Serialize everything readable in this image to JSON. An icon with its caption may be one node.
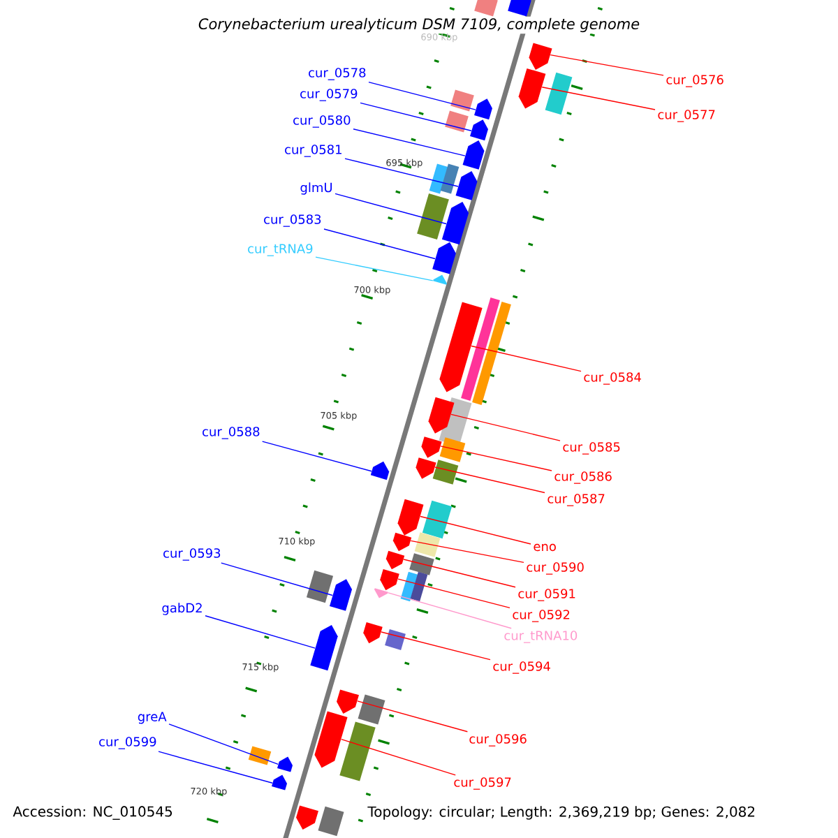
{
  "diagram": {
    "title": "Corynebacterium urealyticum DSM 7109, complete genome",
    "nodes": [
      {
        "text": [
          "cur_0578"
        ]
      },
      {
        "text": [
          "cur_0579"
        ]
      },
      {
        "text": [
          "cur_0580"
        ]
      },
      {
        "text": [
          "cur_0581"
        ]
      },
      {
        "text": [
          "glmU"
        ]
      },
      {
        "text": [
          "cur_0583"
        ]
      },
      {
        "text": [
          "cur_tRNA9"
        ]
      },
      {
        "text": [
          "cur_0588"
        ]
      },
      {
        "text": [
          "cur_0593"
        ]
      },
      {
        "text": [
          "gabD2"
        ]
      },
      {
        "text": [
          "greA"
        ]
      },
      {
        "text": [
          "cur_0599"
        ]
      },
      {
        "text": [
          "cur_0576"
        ]
      },
      {
        "text": [
          "cur_0577"
        ]
      },
      {
        "text": [
          "cur_0584"
        ]
      },
      {
        "text": [
          "cur_0585"
        ]
      },
      {
        "text": [
          "cur_0586"
        ]
      },
      {
        "text": [
          "cur_0587"
        ]
      },
      {
        "text": [
          "eno"
        ]
      },
      {
        "text": [
          "cur_0590"
        ]
      },
      {
        "text": [
          "cur_0591"
        ]
      },
      {
        "text": [
          "cur_0592"
        ]
      },
      {
        "text": [
          "cur_tRNA10"
        ]
      },
      {
        "text": [
          "cur_0594"
        ]
      },
      {
        "text": [
          "cur_0596"
        ]
      },
      {
        "text": [
          "cur_0597"
        ]
      },
      {
        "text": [],
        "shape": "arrow"
      },
      {
        "text": [],
        "shape": "arrow"
      },
      {
        "text": [],
        "shape": "arrow"
      },
      {
        "text": [],
        "shape": "arrow"
      },
      {
        "text": [],
        "shape": "arrow"
      },
      {
        "text": [],
        "shape": "arrow"
      },
      {
        "text": [],
        "shape": "arrow"
      },
      {
        "text": [],
        "shape": "arrow"
      },
      {
        "text": [],
        "shape": "arrow"
      },
      {
        "text": [],
        "shape": "arrow"
      },
      {
        "text": [],
        "shape": "arrow"
      },
      {
        "text": [],
        "shape": "arrow"
      },
      {
        "text": [],
        "shape": "arrow"
      },
      {
        "text": [],
        "shape": "arrow"
      },
      {
        "text": [],
        "shape": "arrow"
      },
      {
        "text": [],
        "shape": "arrow"
      },
      {
        "text": [],
        "shape": "arrow"
      },
      {
        "text": [],
        "shape": "arrow"
      },
      {
        "text": [],
        "shape": "arrow"
      },
      {
        "text": [],
        "shape": "arrow"
      },
      {
        "text": [],
        "shape": "arrow"
      },
      {
        "text": [],
        "shape": "arrow"
      },
      {
        "text": [],
        "shape": "arrow"
      },
      {
        "text": [],
        "shape": "arrow"
      },
      {
        "text": [],
        "shape": "arrow"
      },
      {
        "text": [],
        "shape": "arrow"
      },
      {
        "text": [],
        "shape": "arrow"
      }
    ],
    "edges": [
      {
        "from": 0,
        "to": 26,
        "arrow": "none",
        "color": "#0000ff"
      },
      {
        "from": 1,
        "to": 27,
        "arrow": "none",
        "color": "#0000ff"
      },
      {
        "from": 2,
        "to": 28,
        "arrow": "none",
        "color": "#0000ff"
      },
      {
        "from": 3,
        "to": 29,
        "arrow": "none",
        "color": "#0000ff"
      },
      {
        "from": 4,
        "to": 30,
        "arrow": "none",
        "color": "#0000ff"
      },
      {
        "from": 5,
        "to": 31,
        "arrow": "none",
        "color": "#0000ff"
      },
      {
        "from": 6,
        "to": 32,
        "arrow": "none",
        "color": "#33ccff"
      },
      {
        "from": 7,
        "to": 33,
        "arrow": "none",
        "color": "#0000ff"
      },
      {
        "from": 8,
        "to": 34,
        "arrow": "none",
        "color": "#0000ff"
      },
      {
        "from": 9,
        "to": 35,
        "arrow": "none",
        "color": "#0000ff"
      },
      {
        "from": 10,
        "to": 36,
        "arrow": "none",
        "color": "#0000ff"
      },
      {
        "from": 11,
        "to": 37,
        "arrow": "none",
        "color": "#0000ff"
      },
      {
        "from": 12,
        "to": 38,
        "arrow": "none",
        "color": "#ff0000"
      },
      {
        "from": 13,
        "to": 39,
        "arrow": "none",
        "color": "#ff0000"
      },
      {
        "from": 14,
        "to": 40,
        "arrow": "none",
        "color": "#ff0000"
      },
      {
        "from": 15,
        "to": 41,
        "arrow": "none",
        "color": "#ff0000"
      },
      {
        "from": 16,
        "to": 42,
        "arrow": "none",
        "color": "#ff0000"
      },
      {
        "from": 17,
        "to": 43,
        "arrow": "none",
        "color": "#ff0000"
      },
      {
        "from": 18,
        "to": 44,
        "arrow": "none",
        "color": "#ff0000"
      },
      {
        "from": 19,
        "to": 45,
        "arrow": "none",
        "color": "#ff0000"
      },
      {
        "from": 20,
        "to": 46,
        "arrow": "none",
        "color": "#ff0000"
      },
      {
        "from": 21,
        "to": 47,
        "arrow": "none",
        "color": "#ff0000"
      },
      {
        "from": 22,
        "to": 48,
        "arrow": "none",
        "color": "#ff99cc"
      },
      {
        "from": 23,
        "to": 49,
        "arrow": "none",
        "color": "#ff0000"
      },
      {
        "from": 24,
        "to": 50,
        "arrow": "none",
        "color": "#ff0000"
      },
      {
        "from": 25,
        "to": 51,
        "arrow": "none",
        "color": "#ff0000"
      }
    ],
    "labels": [
      "690 kbp",
      "695 kbp",
      "700 kbp",
      "705 kbp",
      "710 kbp",
      "715 kbp",
      "720 kbp",
      "Accession: NC_010545",
      "Topology: circular; Length: 2,369,219 bp; Genes: 2,082"
    ]
  }
}
